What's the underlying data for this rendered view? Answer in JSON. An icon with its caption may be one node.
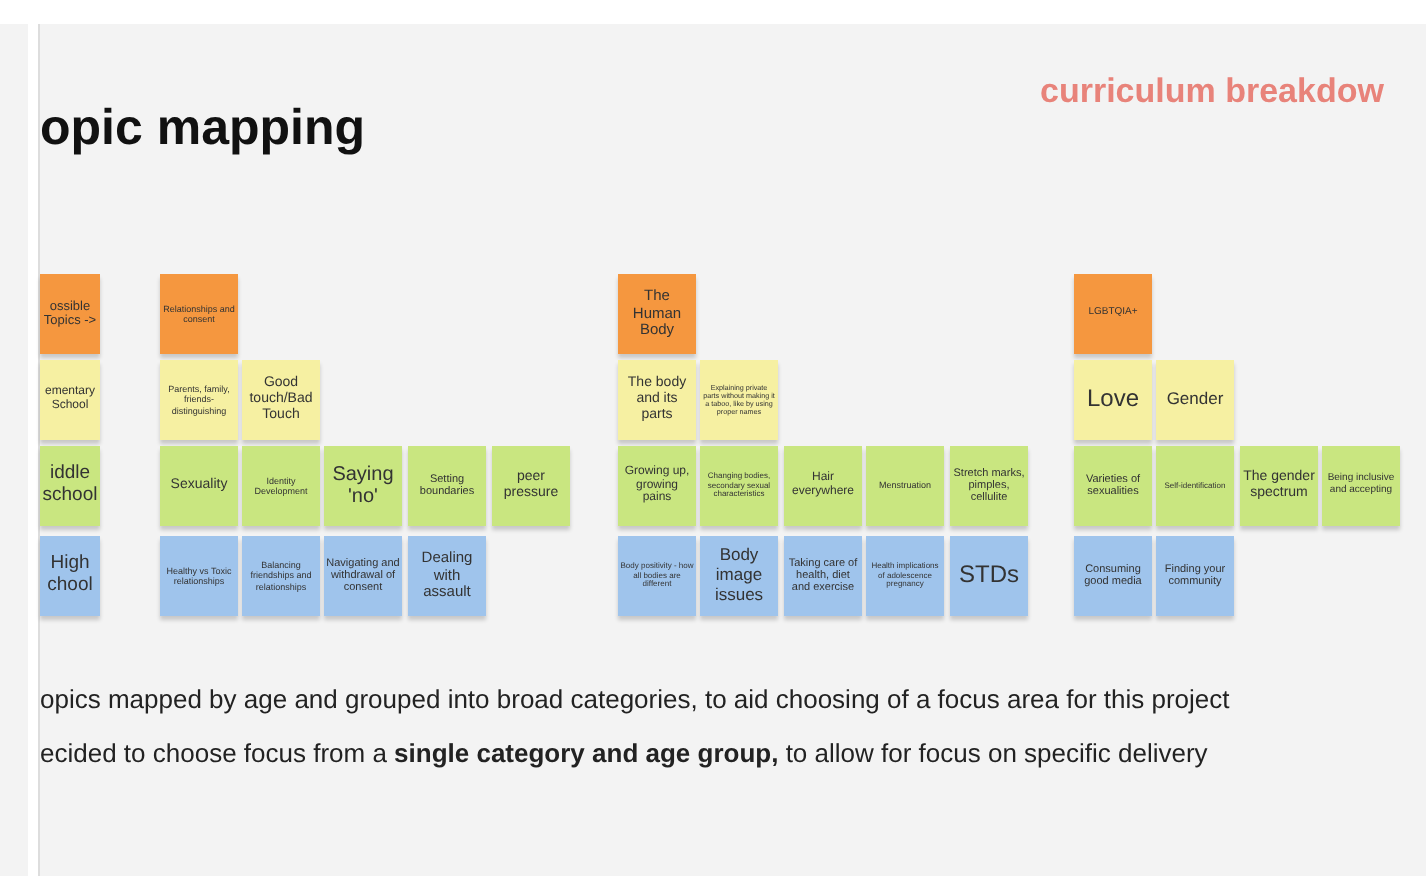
{
  "diagram": {
    "title": "opic mapping",
    "nodes": [
      {
        "text": [
          "ossible Topics ->"
        ]
      },
      {
        "text": [
          "Relationships and consent"
        ]
      },
      {
        "text": [
          "The Human Body"
        ]
      },
      {
        "text": [
          "LGBTQIA+"
        ]
      },
      {
        "text": [
          "ementary School"
        ]
      },
      {
        "text": [
          "Parents, family, friends- distinguishing"
        ]
      },
      {
        "text": [
          "Good touch/Bad Touch"
        ]
      },
      {
        "text": [
          "The body and its parts"
        ]
      },
      {
        "text": [
          "Explaining private parts without making it a taboo, like by using proper names"
        ]
      },
      {
        "text": [
          "Love"
        ]
      },
      {
        "text": [
          "Gender"
        ]
      },
      {
        "text": [
          "iddle school"
        ]
      },
      {
        "text": [
          "Sexuality"
        ]
      },
      {
        "text": [
          "Identity Development"
        ]
      },
      {
        "text": [
          "Saying 'no'"
        ]
      },
      {
        "text": [
          "Setting boundaries"
        ]
      },
      {
        "text": [
          "peer pressure"
        ]
      },
      {
        "text": [
          "Growing up, growing pains"
        ]
      },
      {
        "text": [
          "Changing bodies, secondary sexual characteristics"
        ]
      },
      {
        "text": [
          "Hair everywhere"
        ]
      },
      {
        "text": [
          "Menstruation"
        ]
      },
      {
        "text": [
          "Stretch marks, pimples, cellulite"
        ]
      },
      {
        "text": [
          "Varieties of sexualities"
        ]
      },
      {
        "text": [
          "Self-identification"
        ]
      },
      {
        "text": [
          "The gender spectrum"
        ]
      },
      {
        "text": [
          "Being inclusive and accepting"
        ]
      },
      {
        "text": [
          "High chool"
        ]
      },
      {
        "text": [
          "Healthy vs Toxic relationships"
        ]
      },
      {
        "text": [
          "Balancing friendships and relationships"
        ]
      },
      {
        "text": [
          "Navigating and withdrawal of consent"
        ]
      },
      {
        "text": [
          "Dealing with assault"
        ]
      },
      {
        "text": [
          "Body positivity - how all bodies are different"
        ]
      },
      {
        "text": [
          "Body image issues"
        ]
      },
      {
        "text": [
          "Taking care of health, diet and exercise"
        ]
      },
      {
        "text": [
          "Health implications of adolescence pregnancy"
        ]
      },
      {
        "text": [
          "STDs"
        ]
      },
      {
        "text": [
          "Consuming good media"
        ]
      },
      {
        "text": [
          "Finding your community"
        ]
      }
    ],
    "labels": [
      "curriculum breakdow",
      "opics mapped by age and grouped into broad categories, to aid choosing of a focus area for this project",
      "ecided to choose focus from a **single category and age group,** to allow for focus on specific delivery"
    ]
  }
}
